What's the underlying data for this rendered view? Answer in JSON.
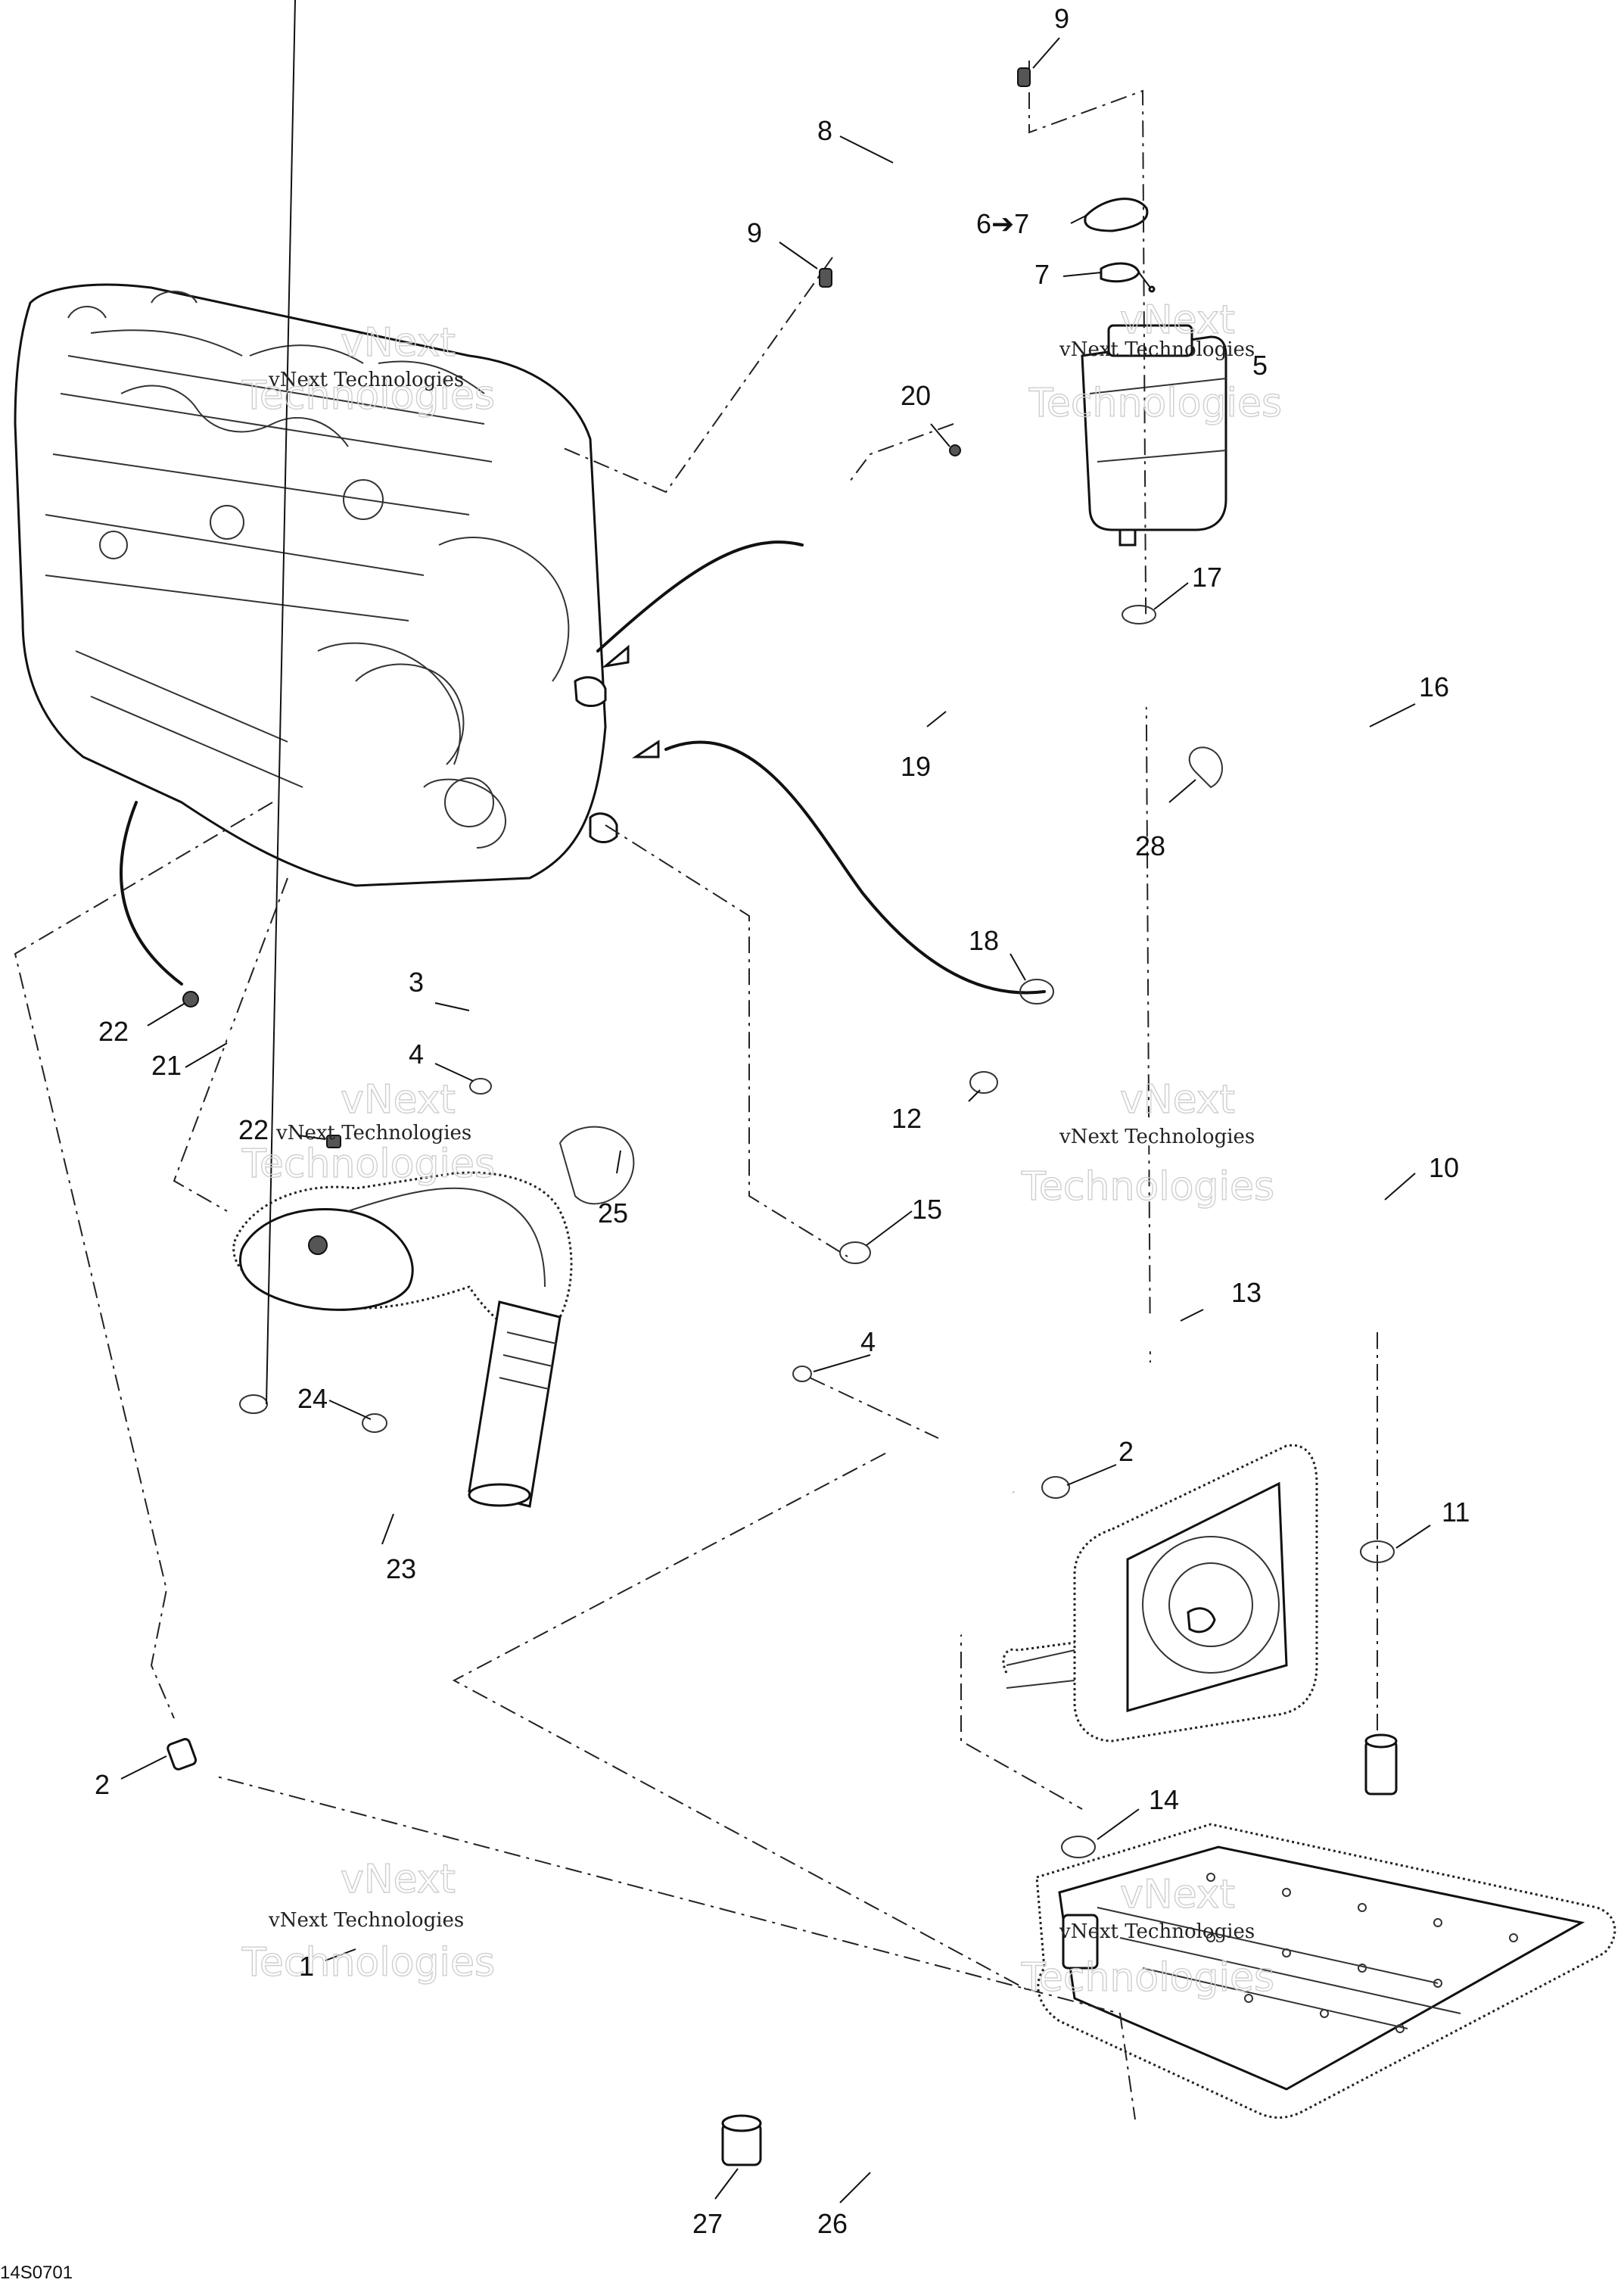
{
  "diagram_code": "14S0701",
  "watermark": {
    "line_small": "vNext Technologies",
    "ghost_top": "vNext",
    "ghost_bottom": "Technologies"
  },
  "callouts": [
    {
      "id": "c1",
      "text": "1"
    },
    {
      "id": "c2a",
      "text": "2"
    },
    {
      "id": "c2b",
      "text": "2"
    },
    {
      "id": "c3",
      "text": "3"
    },
    {
      "id": "c4a",
      "text": "4"
    },
    {
      "id": "c4b",
      "text": "4"
    },
    {
      "id": "c5",
      "text": "5"
    },
    {
      "id": "c6",
      "text": "6➔7"
    },
    {
      "id": "c7",
      "text": "7"
    },
    {
      "id": "c8",
      "text": "8"
    },
    {
      "id": "c9a",
      "text": "9"
    },
    {
      "id": "c9b",
      "text": "9"
    },
    {
      "id": "c10",
      "text": "10"
    },
    {
      "id": "c11",
      "text": "11"
    },
    {
      "id": "c12",
      "text": "12"
    },
    {
      "id": "c13",
      "text": "13"
    },
    {
      "id": "c14",
      "text": "14"
    },
    {
      "id": "c15",
      "text": "15"
    },
    {
      "id": "c16",
      "text": "16"
    },
    {
      "id": "c17",
      "text": "17"
    },
    {
      "id": "c18",
      "text": "18"
    },
    {
      "id": "c19",
      "text": "19"
    },
    {
      "id": "c20",
      "text": "20"
    },
    {
      "id": "c21",
      "text": "21"
    },
    {
      "id": "c22a",
      "text": "22"
    },
    {
      "id": "c22b",
      "text": "22"
    },
    {
      "id": "c23",
      "text": "23"
    },
    {
      "id": "c24",
      "text": "24"
    },
    {
      "id": "c25",
      "text": "25"
    },
    {
      "id": "c26",
      "text": "26"
    },
    {
      "id": "c27",
      "text": "27"
    },
    {
      "id": "c28",
      "text": "28"
    }
  ],
  "icons": {
    "engine": "engine-block-drawing",
    "tank": "coolant-reservoir-drawing",
    "muffler": "muffler-drawing",
    "pump": "jet-pump-housing-drawing",
    "plate": "ride-plate-drawing"
  }
}
